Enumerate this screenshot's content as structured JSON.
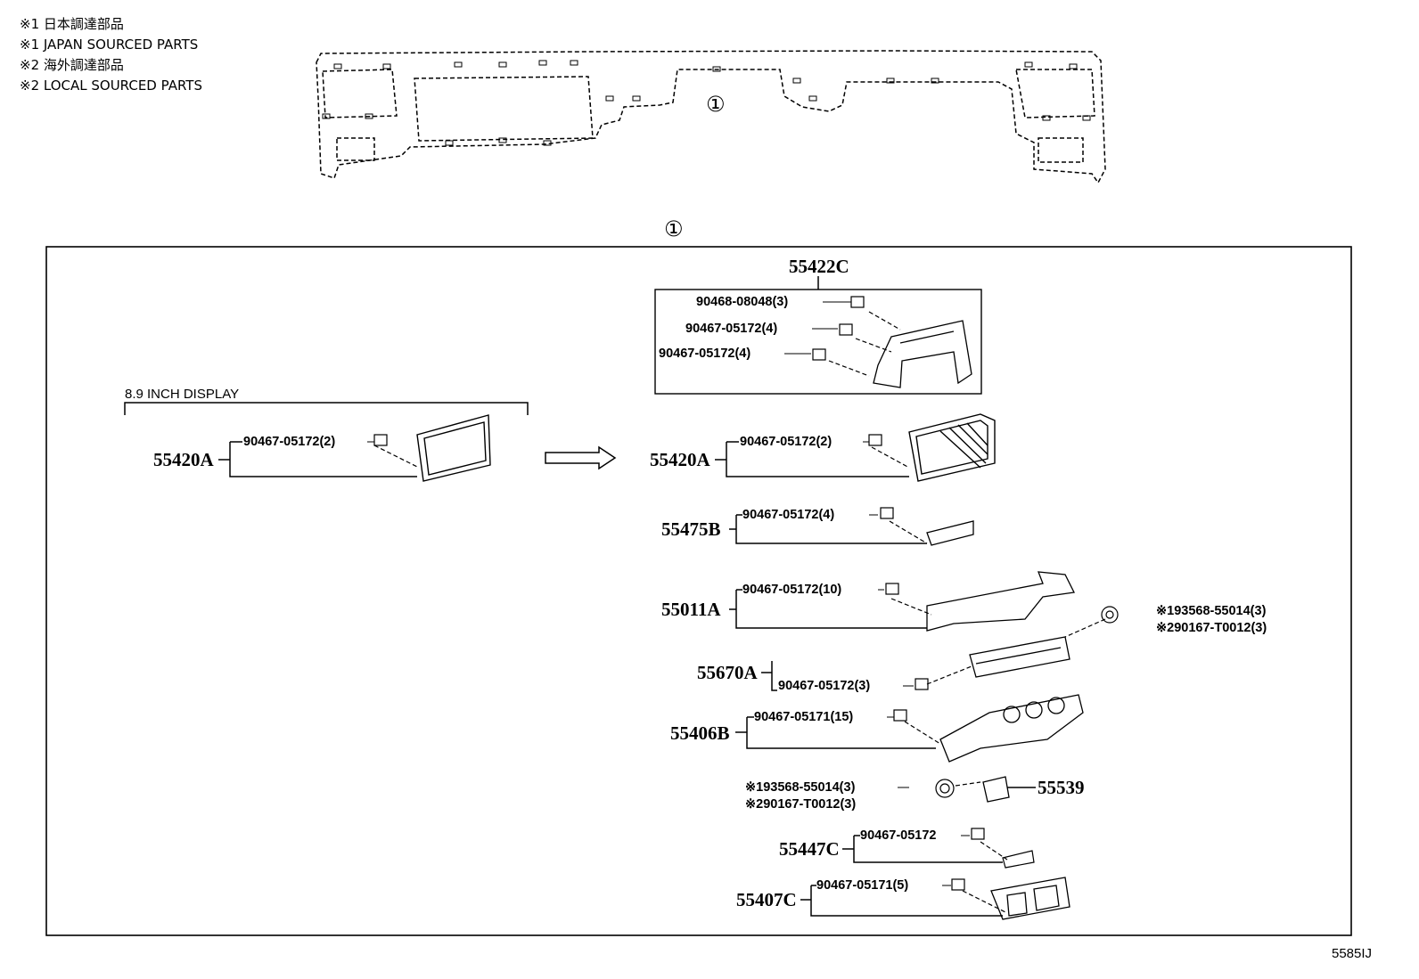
{
  "legend": [
    "※1 日本調達部品",
    "※1 JAPAN SOURCED PARTS",
    "※2 海外調達部品",
    "※2 LOCAL SOURCED PARTS"
  ],
  "callout_top": "①",
  "callout_box": "①",
  "display_note": "8.9 INCH DISPLAY",
  "groups": {
    "g55422C": {
      "main": "55422C",
      "p1": "90468-08048(3)",
      "p2": "90467-05172(4)",
      "p3": "90467-05172(4)"
    },
    "g55420A_left": {
      "main": "55420A",
      "p1": "90467-05172(2)"
    },
    "g55420A_right": {
      "main": "55420A",
      "p1": "90467-05172(2)"
    },
    "g55475B": {
      "main": "55475B",
      "p1": "90467-05172(4)"
    },
    "g55011A": {
      "main": "55011A",
      "p1": "90467-05172(10)"
    },
    "g55670A": {
      "main": "55670A",
      "p1": "90467-05172(3)",
      "s1": "※193568-55014(3)",
      "s2": "※290167-T0012(3)"
    },
    "g55406B": {
      "main": "55406B",
      "p1": "90467-05171(15)"
    },
    "g55539": {
      "main": "55539",
      "s1": "※193568-55014(3)",
      "s2": "※290167-T0012(3)"
    },
    "g55447C": {
      "main": "55447C",
      "p1": "90467-05172"
    },
    "g55407C": {
      "main": "55407C",
      "p1": "90467-05171(5)"
    }
  },
  "diagram_code": "5585IJ"
}
